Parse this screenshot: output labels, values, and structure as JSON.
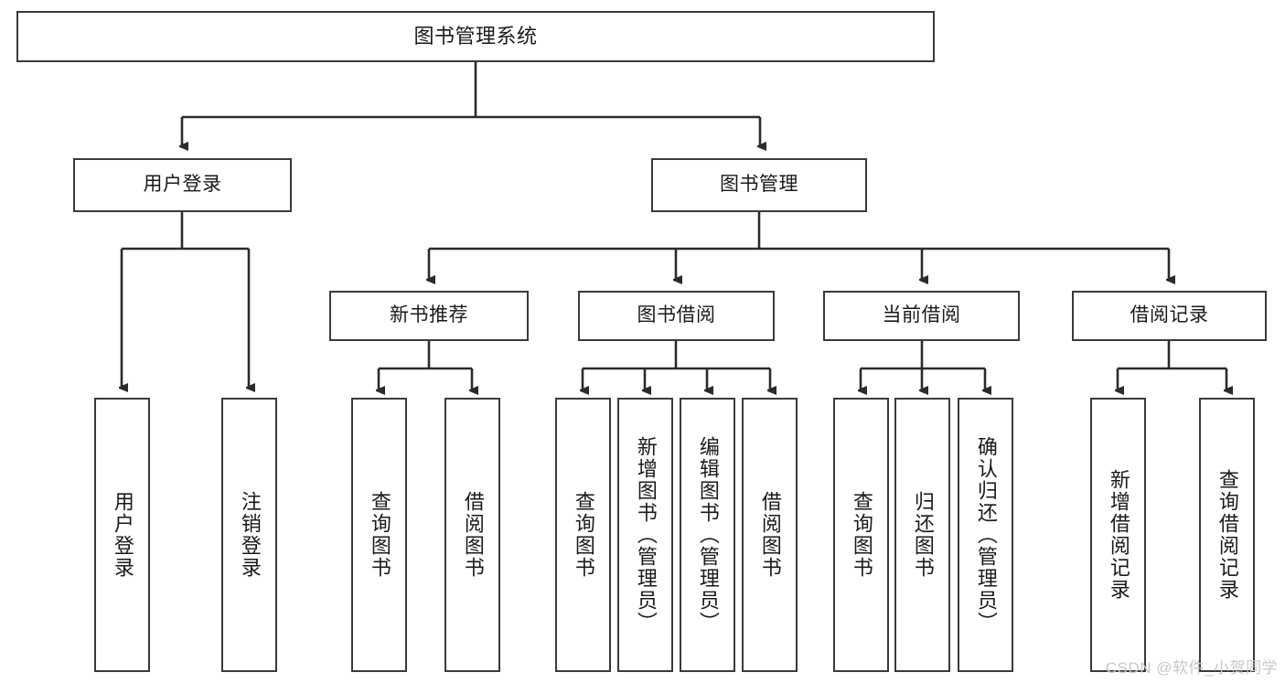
{
  "diagram": {
    "title": "图书管理系统",
    "type": "tree-hierarchy-chart",
    "watermark": "CSDN @软件_小贺同学",
    "colors": {
      "box_border": "#3a3a3a",
      "box_fill": "#ffffff",
      "connector": "#2b2b2b",
      "text": "#1a1a1a",
      "watermark": "#c8c8c8"
    },
    "nodes": {
      "root": {
        "label": "图书管理系统"
      },
      "level2": [
        {
          "label": "用户登录"
        },
        {
          "label": "图书管理"
        }
      ],
      "level3": [
        {
          "label": "新书推荐"
        },
        {
          "label": "图书借阅"
        },
        {
          "label": "当前借阅"
        },
        {
          "label": "借阅记录"
        }
      ],
      "leaves_user_login": [
        {
          "label": "用户登录"
        },
        {
          "label": "注销登录"
        }
      ],
      "leaves_new_book": [
        {
          "label": "查询图书"
        },
        {
          "label": "借阅图书"
        }
      ],
      "leaves_borrow": [
        {
          "label": "查询图书"
        },
        {
          "label": "新增图书（管理员）"
        },
        {
          "label": "编辑图书（管理员）"
        },
        {
          "label": "借阅图书"
        }
      ],
      "leaves_current": [
        {
          "label": "查询图书"
        },
        {
          "label": "归还图书"
        },
        {
          "label": "确认归还（管理员）"
        }
      ],
      "leaves_record": [
        {
          "label": "新增借阅记录"
        },
        {
          "label": "查询借阅记录"
        }
      ]
    }
  }
}
